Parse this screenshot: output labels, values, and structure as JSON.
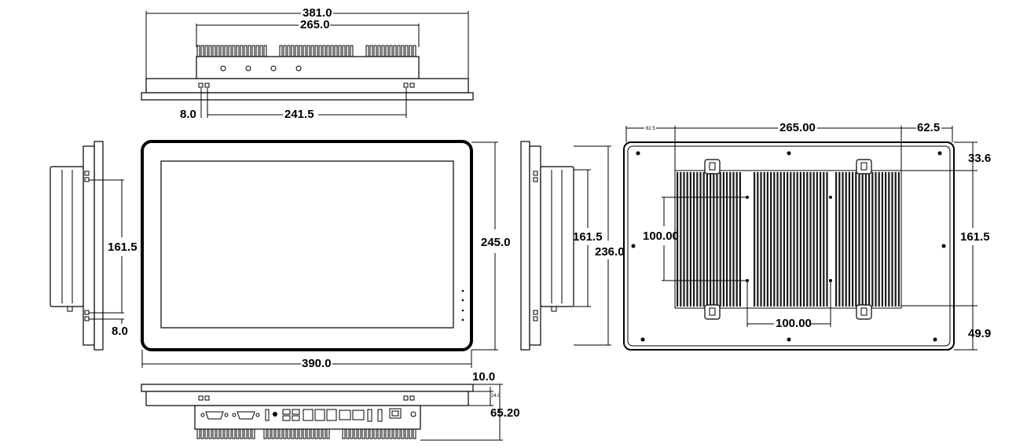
{
  "dimensions": {
    "top": {
      "overall_width": "381.0",
      "heatsink_width": "265.0",
      "bracket_offset": "8.0",
      "bracket_spacing": "241.5"
    },
    "front": {
      "width": "390.0",
      "height": "245.0"
    },
    "left_side": {
      "bracket_spacing": "161.5",
      "bracket_offset": "8.0"
    },
    "right_side": {
      "bracket_spacing": "161.5",
      "height": "236.0"
    },
    "bottom": {
      "bezel": "10.0",
      "depth_small": "24.0",
      "depth_total": "65.20"
    },
    "rear": {
      "small_offset": "62.5",
      "heatsink_width": "265.00",
      "right_offset": "62.5",
      "top_offset": "33.6",
      "mount_spacing": "161.5",
      "bottom_offset": "49.9",
      "vesa_vertical": "100.00",
      "vesa_horizontal": "100.00"
    }
  }
}
